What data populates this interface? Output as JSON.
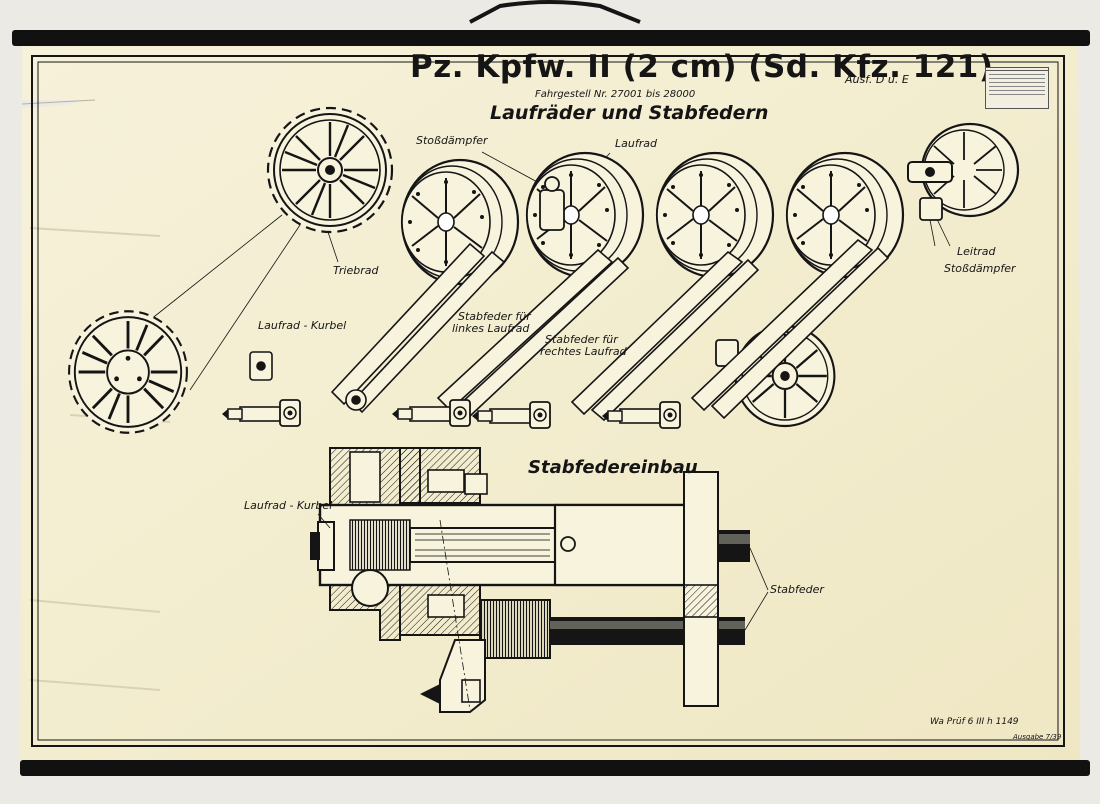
{
  "title": "Pz. Kpfw. II (2 cm) (Sd. Kfz. 121)",
  "ausf": "Ausf. D u. E",
  "fahrgestell": "Fahrgestell Nr. 27001 bis 28000",
  "section_top": "Laufräder und Stabfedern",
  "section_bottom": "Stabfedereinbau",
  "labels": {
    "stossdaempfer": "Stoßdämpfer",
    "laufrad": "Laufrad",
    "triebrad": "Triebrad",
    "leitrad": "Leitrad",
    "stossdaempfer2": "Stoßdämpfer",
    "laufrad_kurbel_top": "Laufrad - Kurbel",
    "stabfeder_links_1": "Stabfeder für",
    "stabfeder_links_2": "linkes Laufrad",
    "stabfeder_rechts_1": "Stabfeder für",
    "stabfeder_rechts_2": "rechtes Laufrad",
    "laufrad_kurbel_bottom": "Laufrad - Kurbel",
    "stabfeder": "Stabfeder"
  },
  "footer": {
    "code": "Wa Prüf 6 III h 1149",
    "ausgabe": "Ausgabe 7/39"
  },
  "colors": {
    "paper": "#f4efd6",
    "ink": "#151515",
    "rod": "#111111",
    "background": "#eceae4"
  }
}
